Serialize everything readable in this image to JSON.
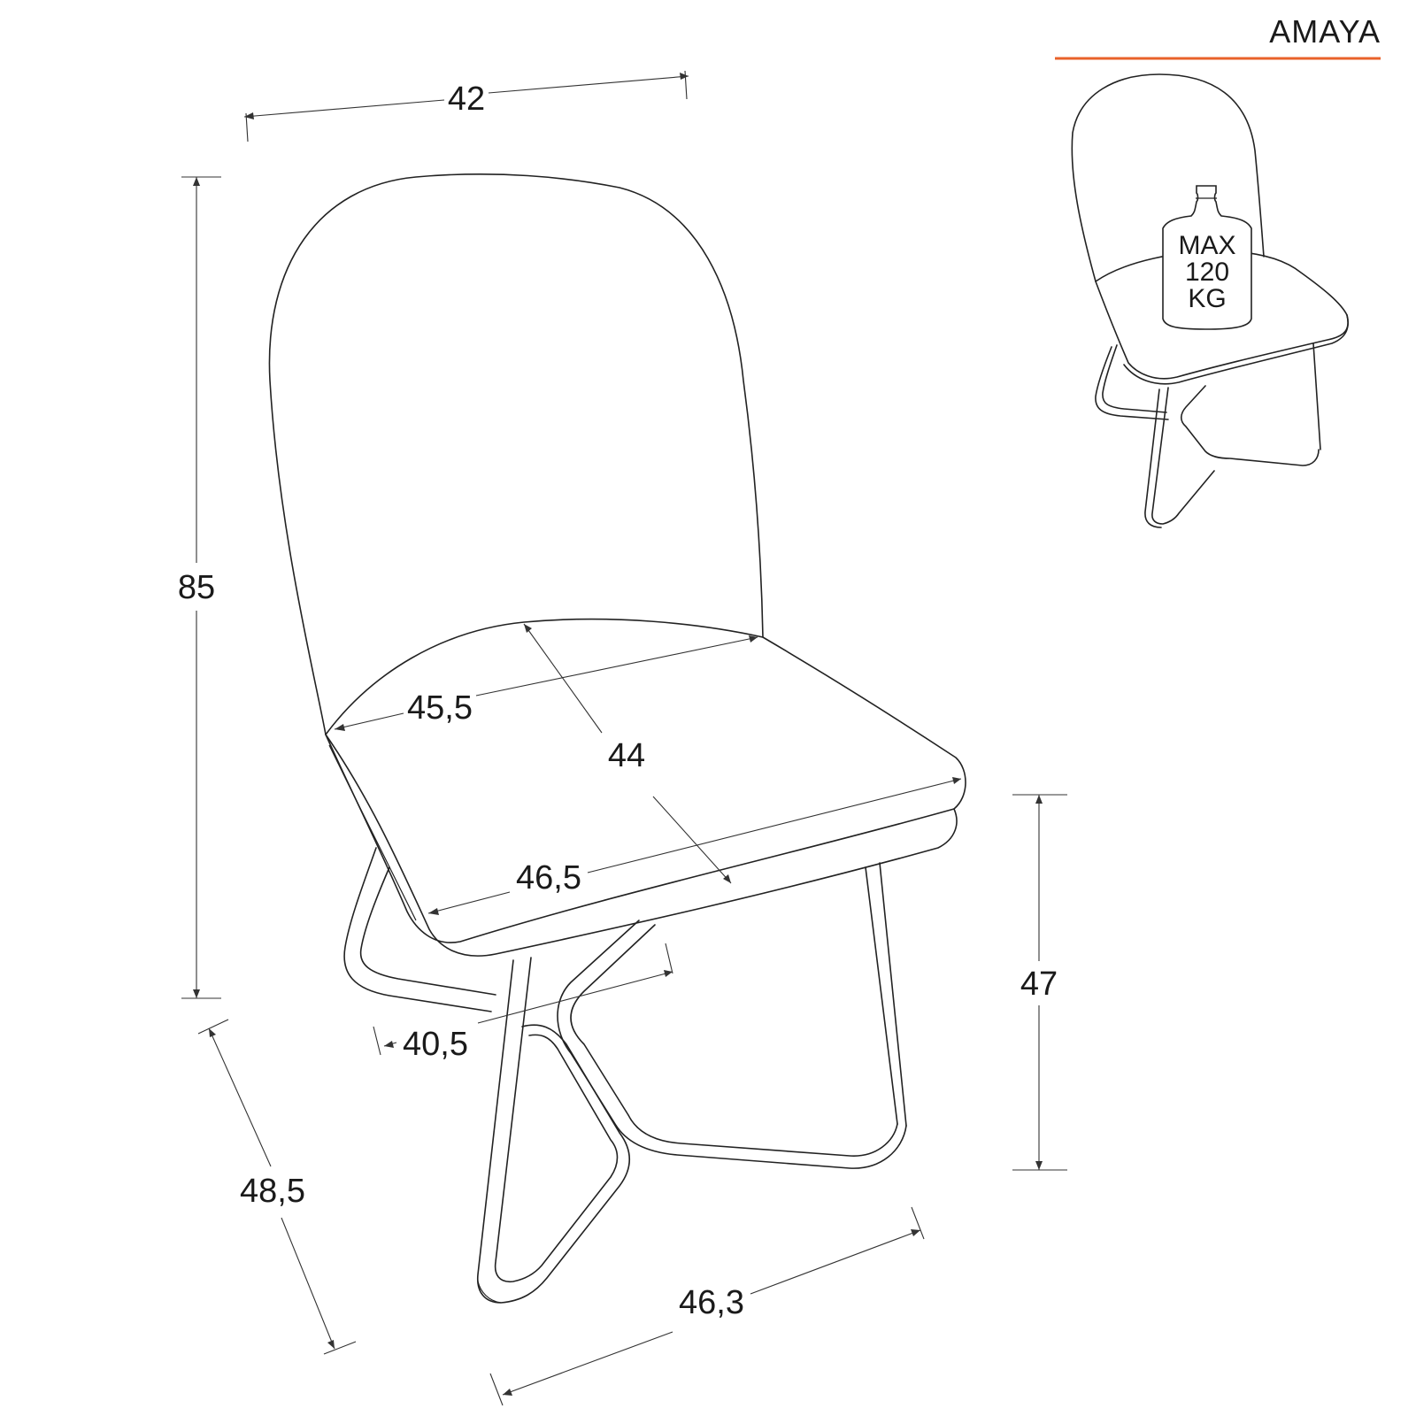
{
  "product": {
    "name": "AMAYA",
    "accent_color": "#e8622a"
  },
  "load_badge": {
    "line1": "MAX",
    "line2": "120",
    "line3": "KG",
    "icon": "bottle-weight-icon"
  },
  "dimensions": {
    "back_width": "42",
    "total_height": "85",
    "seat_back_width": "45,5",
    "seat_depth": "44",
    "seat_front_width": "46,5",
    "seat_height": "47",
    "leg_inner_width": "40,5",
    "base_depth": "48,5",
    "base_width": "46,3"
  }
}
